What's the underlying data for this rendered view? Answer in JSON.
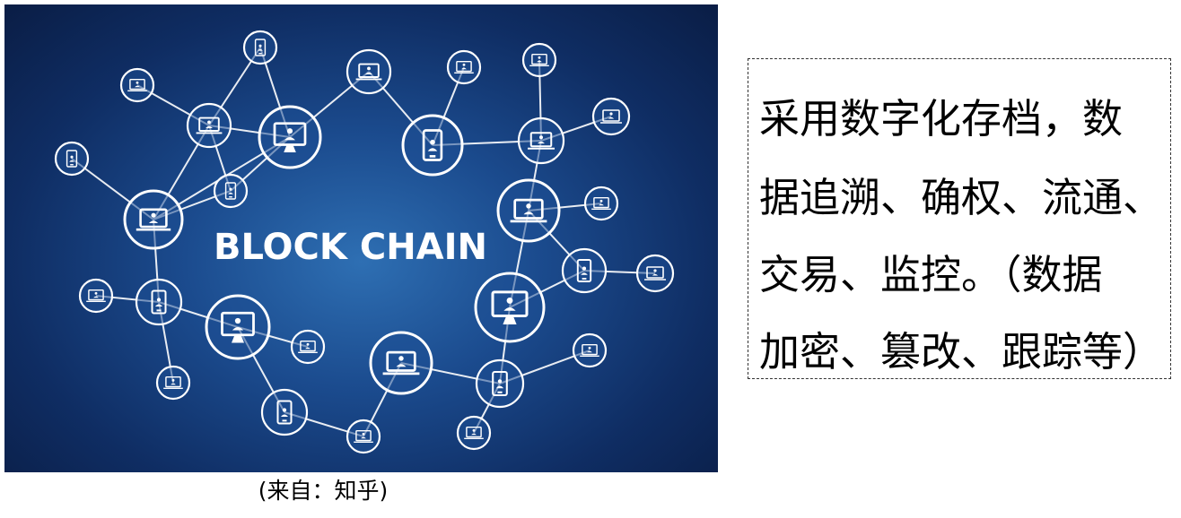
{
  "figure": {
    "title": "BLOCK CHAIN",
    "caption": "(来自：知乎)",
    "colors": {
      "background_center": "#2e6fb3",
      "background_edge": "#0a1d45",
      "line": "#ffffff"
    },
    "icons": [
      "laptop-icon",
      "monitor-icon",
      "tablet-icon"
    ]
  },
  "note": {
    "lines": [
      "采用数字化存档，数",
      "据追溯、确权、流通、",
      "交易、监控。（数据",
      "加密、篡改、跟踪等）"
    ]
  }
}
